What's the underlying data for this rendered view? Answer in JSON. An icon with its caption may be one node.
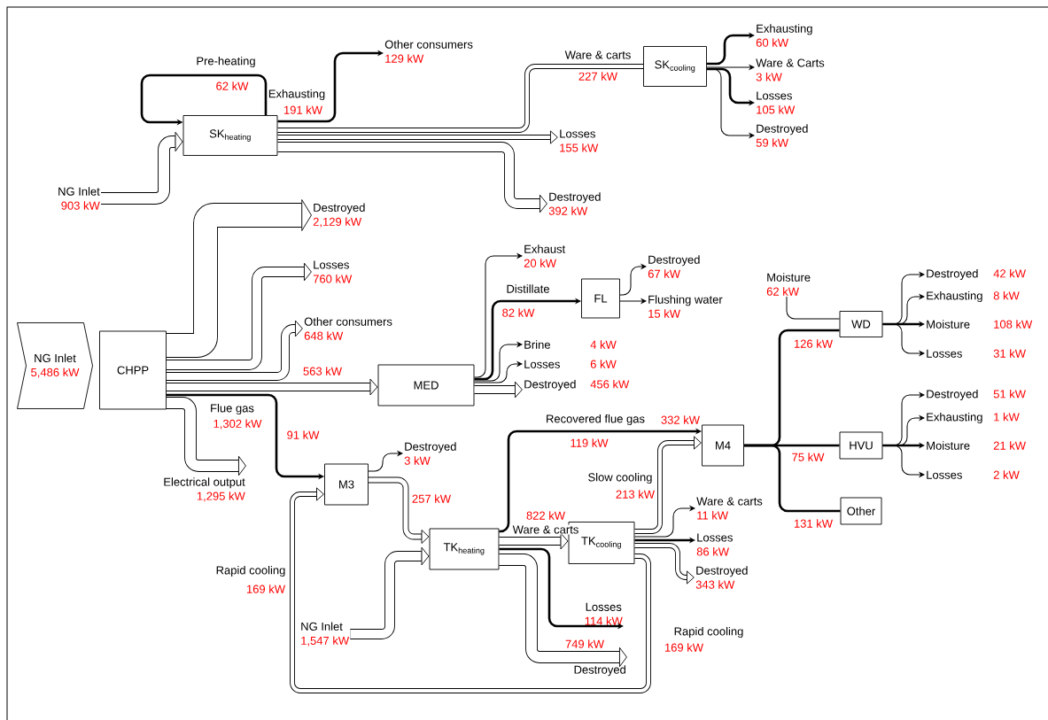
{
  "diagram": {
    "nodes": [
      {
        "text": [
          "SK$_{heating}$"
        ]
      },
      {
        "text": [
          "SK$_{cooling}$"
        ]
      },
      {
        "text": [
          "CHPP"
        ]
      },
      {
        "text": [
          "NG Inlet",
          "5,486 kW"
        ]
      },
      {
        "text": [
          "MED"
        ]
      },
      {
        "text": [
          "FL"
        ]
      },
      {
        "text": [
          "M3"
        ]
      },
      {
        "text": [
          "TK$_{heating}$"
        ]
      },
      {
        "text": [
          "TK$_{cooling}$"
        ]
      },
      {
        "text": [
          "M4"
        ]
      },
      {
        "text": [
          "WD"
        ]
      },
      {
        "text": [
          "HVU"
        ]
      },
      {
        "text": [
          "Other"
        ]
      },
      {
        "text": [
          "NG Inlet",
          "903 kW"
        ]
      },
      {
        "text": [
          "Other consumers",
          "129 kW"
        ]
      },
      {
        "text": [
          "Losses",
          "155 kW"
        ]
      },
      {
        "text": [
          "Destroyed",
          "392 kW"
        ]
      },
      {
        "text": [
          "Exhausting",
          "60 kW"
        ]
      },
      {
        "text": [
          "Ware & Carts",
          "3 kW"
        ]
      },
      {
        "text": [
          "Losses",
          "105 kW"
        ]
      },
      {
        "text": [
          "Destroyed",
          "59 kW"
        ]
      },
      {
        "text": [
          "Destroyed",
          "2,129 kW"
        ]
      },
      {
        "text": [
          "Losses",
          "760 kW"
        ]
      },
      {
        "text": [
          "Other consumers",
          "648 kW"
        ]
      },
      {
        "text": [
          "Electrical output",
          "1,295 kW"
        ]
      },
      {
        "text": [
          "Exhaust",
          "20 kW"
        ]
      },
      {
        "text": [
          "Destroyed",
          "67 kW"
        ]
      },
      {
        "text": [
          "Flushing water",
          "15 kW"
        ]
      },
      {
        "text": [
          "Brine",
          "4 kW"
        ]
      },
      {
        "text": [
          "Losses",
          "6 kW"
        ]
      },
      {
        "text": [
          "Destroyed",
          "456 kW"
        ]
      },
      {
        "text": [
          "Moisture",
          "62 kW"
        ]
      },
      {
        "text": [
          "Destroyed",
          "42 kW"
        ]
      },
      {
        "text": [
          "Exhausting",
          "8 kW"
        ]
      },
      {
        "text": [
          "Moisture",
          "108 kW"
        ]
      },
      {
        "text": [
          "Losses",
          "31 kW"
        ]
      },
      {
        "text": [
          "Destroyed",
          "51 kW"
        ]
      },
      {
        "text": [
          "Exhausting",
          "1 kW"
        ]
      },
      {
        "text": [
          "Moisture",
          "21 kW"
        ]
      },
      {
        "text": [
          "Losses",
          "2 kW"
        ]
      },
      {
        "text": [
          "Destroyed",
          "3 kW"
        ]
      },
      {
        "text": [
          "NG Inlet",
          "1,547 kW"
        ]
      },
      {
        "text": [
          "Ware & carts",
          "11 kW"
        ]
      },
      {
        "text": [
          "Losses",
          "86 kW"
        ]
      },
      {
        "text": [
          "Destroyed",
          "343 kW"
        ]
      },
      {
        "text": [
          "Losses",
          "114 kW"
        ]
      },
      {
        "text": [
          "Destroyed"
        ]
      }
    ],
    "edges": [
      {
        "from": 13,
        "to": 0,
        "arrow": "to",
        "style": "thick"
      },
      {
        "from": 0,
        "to": 0,
        "arrow": "to",
        "label": "Pre-heating"
      },
      {
        "from": 0,
        "to": 14,
        "arrow": "to",
        "label": "Exhausting"
      },
      {
        "from": 0,
        "to": 1,
        "arrow": "none",
        "label": "Ware & carts",
        "style": "thick"
      },
      {
        "from": 0,
        "to": 15,
        "arrow": "to",
        "style": "thick"
      },
      {
        "from": 0,
        "to": 16,
        "arrow": "to",
        "style": "thick"
      },
      {
        "from": 1,
        "to": 17,
        "arrow": "to"
      },
      {
        "from": 1,
        "to": 18,
        "arrow": "to"
      },
      {
        "from": 1,
        "to": 19,
        "arrow": "to"
      },
      {
        "from": 1,
        "to": 20,
        "arrow": "to"
      },
      {
        "from": 2,
        "to": 21,
        "arrow": "to",
        "style": "thick"
      },
      {
        "from": 2,
        "to": 22,
        "arrow": "to",
        "style": "thick"
      },
      {
        "from": 2,
        "to": 23,
        "arrow": "to",
        "style": "thick"
      },
      {
        "from": 2,
        "to": 4,
        "arrow": "to",
        "style": "thick"
      },
      {
        "from": 2,
        "to": 24,
        "arrow": "to",
        "style": "thick"
      },
      {
        "from": 2,
        "to": 6,
        "arrow": "to"
      },
      {
        "from": 4,
        "to": 25,
        "arrow": "to"
      },
      {
        "from": 4,
        "to": 5,
        "arrow": "to",
        "label": "Distillate"
      },
      {
        "from": 4,
        "to": 28,
        "arrow": "to"
      },
      {
        "from": 4,
        "to": 29,
        "arrow": "to"
      },
      {
        "from": 4,
        "to": 30,
        "arrow": "to",
        "style": "thick"
      },
      {
        "from": 5,
        "to": 26,
        "arrow": "to"
      },
      {
        "from": 5,
        "to": 27,
        "arrow": "to"
      },
      {
        "from": 6,
        "to": 40,
        "arrow": "to"
      },
      {
        "from": 6,
        "to": 7,
        "arrow": "to",
        "style": "thick"
      },
      {
        "from": 41,
        "to": 7,
        "arrow": "to",
        "style": "thick"
      },
      {
        "from": 7,
        "to": 9,
        "arrow": "to",
        "label": "Recovered flue gas"
      },
      {
        "from": 7,
        "to": 8,
        "arrow": "to",
        "label": "Ware & carts",
        "style": "thick"
      },
      {
        "from": 7,
        "to": 45,
        "arrow": "to"
      },
      {
        "from": 7,
        "to": 46,
        "arrow": "to",
        "style": "thick"
      },
      {
        "from": 8,
        "to": 9,
        "arrow": "to",
        "label": "Slow cooling",
        "style": "thick"
      },
      {
        "from": 8,
        "to": 42,
        "arrow": "to"
      },
      {
        "from": 8,
        "to": 43,
        "arrow": "to"
      },
      {
        "from": 8,
        "to": 44,
        "arrow": "to",
        "style": "thick"
      },
      {
        "from": 8,
        "to": 6,
        "arrow": "to",
        "label": "Rapid cooling",
        "style": "thick"
      },
      {
        "from": 9,
        "to": 10,
        "arrow": "none"
      },
      {
        "from": 9,
        "to": 11,
        "arrow": "none"
      },
      {
        "from": 9,
        "to": 12,
        "arrow": "none"
      },
      {
        "from": 31,
        "to": 10,
        "arrow": "none"
      },
      {
        "from": 10,
        "to": 32,
        "arrow": "to"
      },
      {
        "from": 10,
        "to": 33,
        "arrow": "to"
      },
      {
        "from": 10,
        "to": 34,
        "arrow": "to"
      },
      {
        "from": 10,
        "to": 35,
        "arrow": "to"
      },
      {
        "from": 11,
        "to": 36,
        "arrow": "to"
      },
      {
        "from": 11,
        "to": 37,
        "arrow": "to"
      },
      {
        "from": 11,
        "to": 38,
        "arrow": "to"
      },
      {
        "from": 11,
        "to": 39,
        "arrow": "to"
      }
    ],
    "labels": [
      "62 kW",
      "191 kW",
      "227 kW",
      "Flue gas",
      "1,302 kW",
      "563 kW",
      "91 kW",
      "82 kW",
      "126 kW",
      "332 kW",
      "119 kW",
      "75 kW",
      "213 kW",
      "257 kW",
      "822 kW",
      "131 kW",
      "169 kW",
      "Rapid cooling",
      "169 kW",
      "749 kW"
    ]
  }
}
